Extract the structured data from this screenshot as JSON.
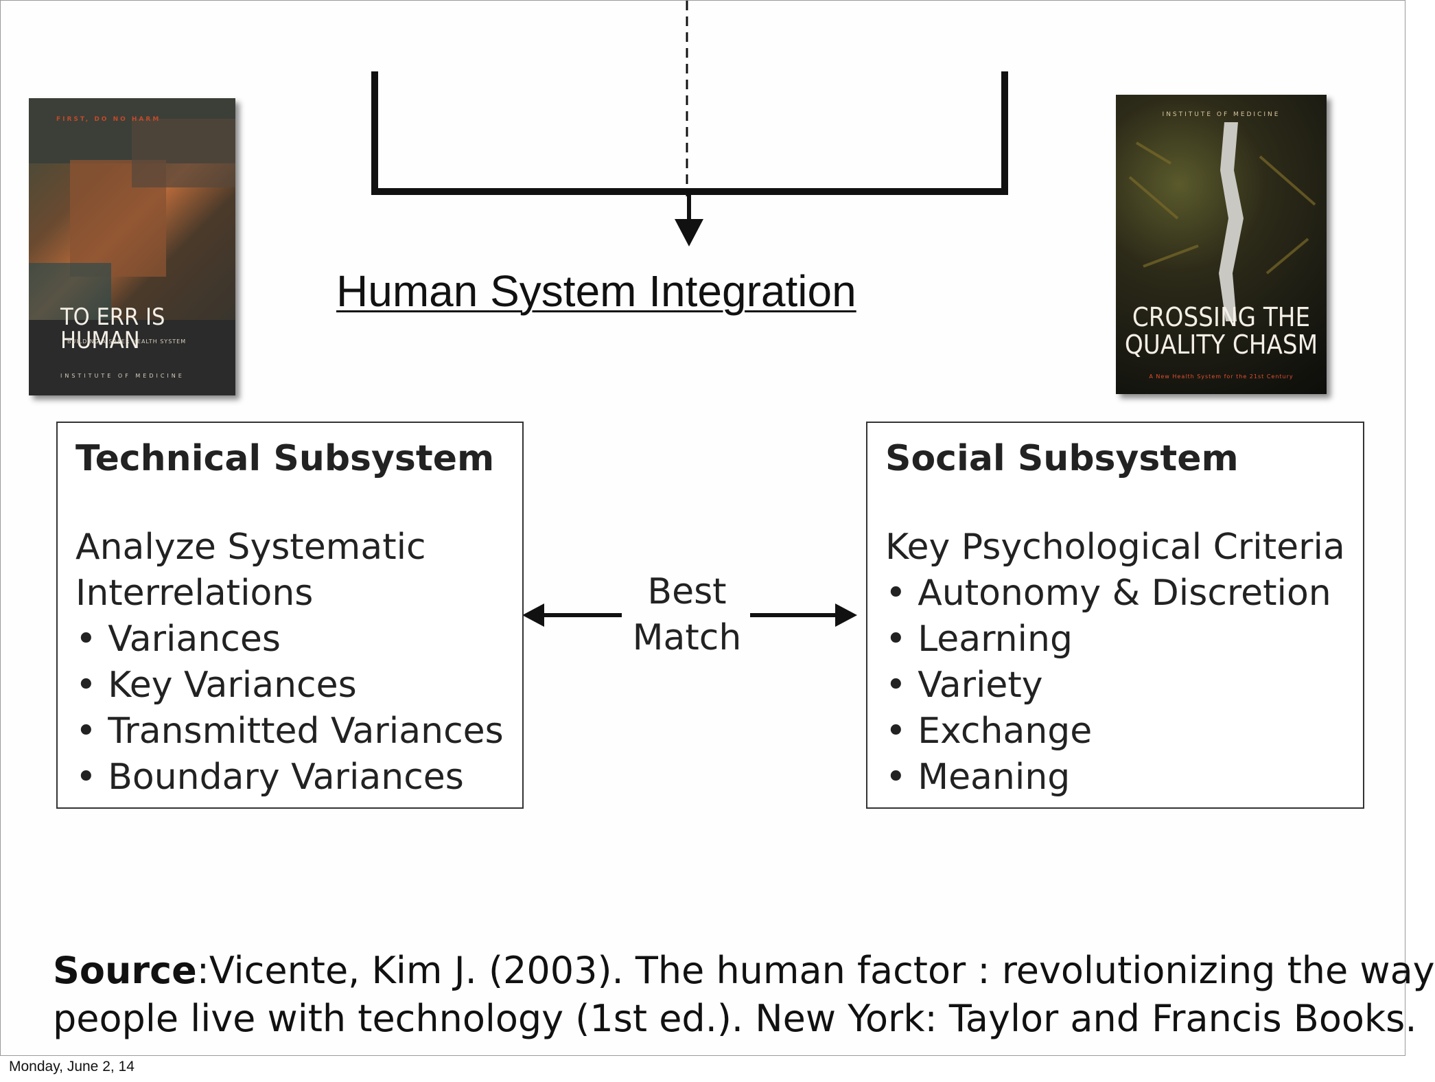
{
  "heading": "Human System Integration",
  "book_left": {
    "top_text": "FIRST, DO NO HARM",
    "title": "TO ERR IS HUMAN",
    "subtitle": "BUILDING A SAFER HEALTH SYSTEM",
    "publisher": "INSTITUTE OF MEDICINE"
  },
  "book_right": {
    "publisher": "INSTITUTE OF MEDICINE",
    "title_line1": "CROSSING THE",
    "title_line2": "QUALITY CHASM",
    "subtitle": "A New Health System for the 21st Century"
  },
  "technical": {
    "title": "Technical Subsystem",
    "line1": "Analyze Systematic",
    "line2": "Interrelations",
    "bullets": [
      "Variances",
      "Key Variances",
      "Transmitted Variances",
      "Boundary Variances"
    ]
  },
  "social": {
    "title": "Social Subsystem",
    "line1": "Key Psychological Criteria",
    "bullets": [
      "Autonomy & Discretion",
      "Learning",
      "Variety",
      "Exchange",
      "Meaning"
    ]
  },
  "best_match": {
    "line1": "Best",
    "line2": "Match"
  },
  "source": {
    "label": "Source",
    "line1_rest": ":Vicente, Kim J. (2003). The human factor : revolutionizing the way",
    "line2": "people live with technology (1st ed.). New York: Taylor and Francis Books."
  },
  "footer_date": "Monday, June 2, 14"
}
